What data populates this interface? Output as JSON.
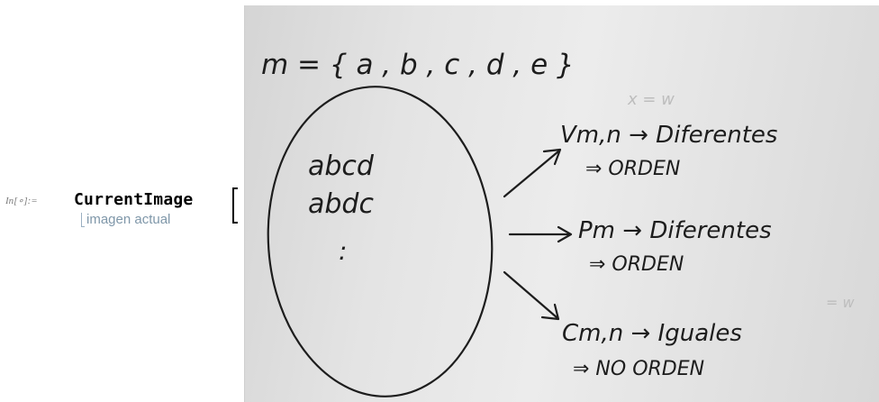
{
  "notebook": {
    "cell_label": "In[∘]:=",
    "function_name": "CurrentImage",
    "tooltip": "imagen actual"
  },
  "image": {
    "set_definition": "m = { a , b , c , d , e }",
    "circle_lines": [
      "abcd",
      "abdc",
      ":"
    ],
    "branches": [
      {
        "line1": "Vm,n → Diferentes",
        "line2": "⇒ ORDEN"
      },
      {
        "line1": "Pm → Diferentes",
        "line2": "⇒ ORDEN"
      },
      {
        "line1": "Cm,n → Iguales",
        "line2": "⇒ NO ORDEN"
      }
    ],
    "ghost_marks": [
      "x = w",
      "= w"
    ]
  }
}
